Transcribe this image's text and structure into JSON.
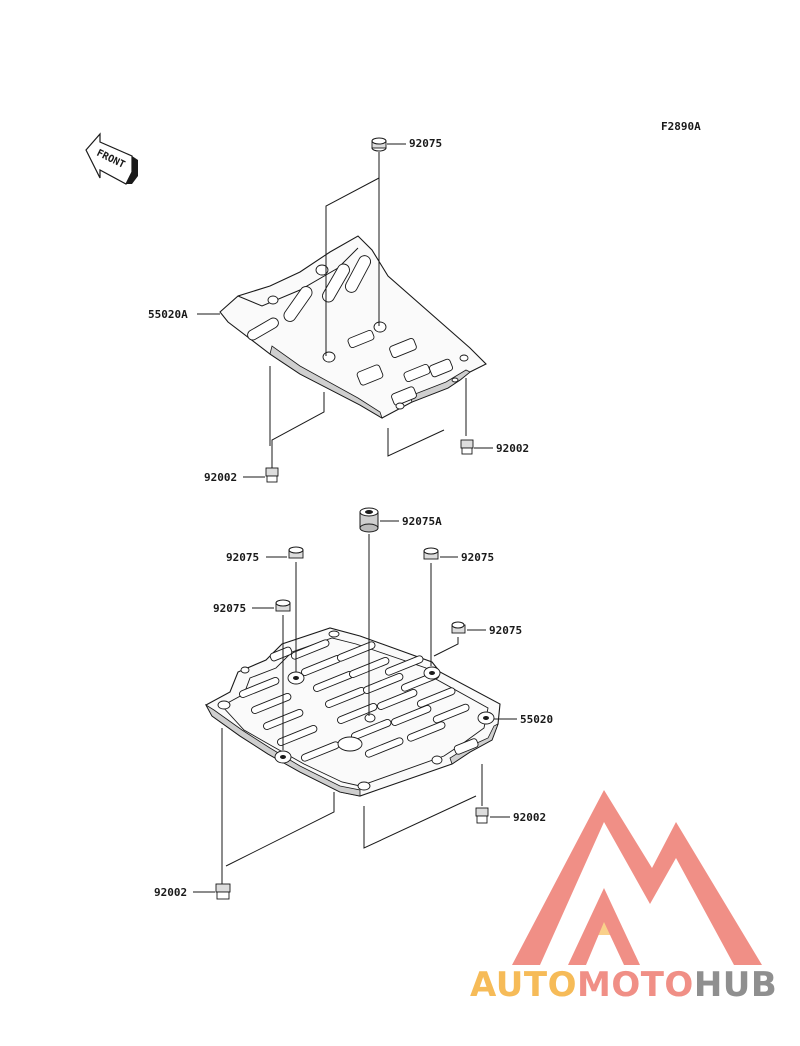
{
  "figure_code": "F2890A",
  "front_label": "FRONT",
  "upper_guard": {
    "part_label": "55020A",
    "top_nut_label": "92075",
    "bolt_left_label": "92002",
    "bolt_right_label": "92002"
  },
  "lower_guard": {
    "part_label": "55020",
    "collar_label": "92075A",
    "nut_left_top_label": "92075",
    "nut_left_mid_label": "92075",
    "nut_right_top_label": "92075",
    "nut_right_mid_label": "92075",
    "bolt_right_label": "92002",
    "bolt_left_label": "92002"
  },
  "watermark": {
    "part1": "AUTO",
    "part2": "MOTO",
    "part3": "HUB",
    "color_primary": "#f08a80",
    "color_secondary": "#f6b850",
    "color_dark": "#8a8a8a"
  }
}
